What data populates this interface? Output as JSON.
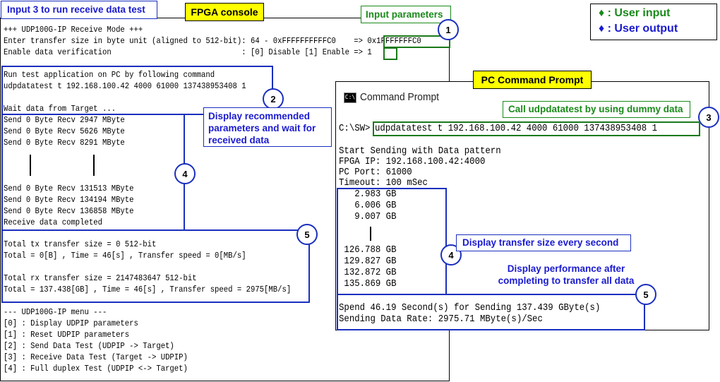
{
  "fpga": {
    "header_label": "Input 3 to run receive data test",
    "title": "FPGA console",
    "lines": [
      "+++ UDP100G-IP Receive Mode +++",
      "Enter transfer size in byte unit (aligned to 512-bit): 64 - 0xFFFFFFFFFFC0    => 0x1FFFFFFFC0",
      "Enable data verification                             : [0] Disable [1] Enable => 1",
      "",
      "Run test application on PC by following command",
      "udpdatatest t 192.168.100.42 4000 61000 137438953408 1",
      "",
      "Wait data from Target ...",
      "Send 0 Byte Recv 2947 MByte",
      "Send 0 Byte Recv 5626 MByte",
      "Send 0 Byte Recv 8291 MByte"
    ],
    "lines2": [
      "Send 0 Byte Recv 131513 MByte",
      "Send 0 Byte Recv 134194 MByte",
      "Send 0 Byte Recv 136858 MByte",
      "Receive data completed",
      "",
      "Total tx transfer size = 0 512-bit",
      "Total = 0[B] , Time = 46[s] , Transfer speed = 0[MB/s]",
      "",
      "Total rx transfer size = 2147483647 512-bit",
      "Total = 137.438[GB] , Time = 46[s] , Transfer speed = 2975[MB/s]",
      "",
      "--- UDP100G-IP menu ---",
      "[0] : Display UDPIP parameters",
      "[1] : Reset UDPIP parameters",
      "[2] : Send Data Test (UDPIP -> Target)",
      "[3] : Receive Data Test (Target -> UDPIP)",
      "[4] : Full duplex Test (UDPIP <-> Target)"
    ]
  },
  "pc": {
    "title": "PC Command Prompt",
    "window_title": "Command Prompt",
    "prompt": "C:\\SW>",
    "command": "udpdatatest t 192.168.100.42 4000 61000 137438953408 1",
    "lines": [
      "Start Sending with Data pattern",
      "FPGA IP: 192.168.100.42:4000",
      "PC Port: 61000",
      "Timeout: 100 mSec"
    ],
    "sizes_top": [
      "   2.983 GB",
      "   6.006 GB",
      "   9.007 GB"
    ],
    "sizes_bottom": [
      " 126.788 GB",
      " 129.827 GB",
      " 132.872 GB",
      " 135.869 GB"
    ],
    "result_lines": [
      "Spend 46.19 Second(s) for Sending 137.439 GByte(s)",
      "Sending Data Rate: 2975.71 MByte(s)/Sec"
    ]
  },
  "legend": {
    "user_input": "♦ : User input",
    "user_output": "♦ : User output",
    "input_color": "#1a8a1a",
    "output_color": "#1a1ad0"
  },
  "annotations": {
    "input_params": "Input parameters",
    "recommended": "Display recommended parameters and wait for received data",
    "call_udp": "Call udpdatatest by using dummy data",
    "transfer_size": "Display transfer size every second",
    "performance": "Display performance after completing to transfer all data",
    "n1": "1",
    "n2": "2",
    "n3": "3",
    "n4a": "4",
    "n4b": "4",
    "n5a": "5",
    "n5b": "5"
  }
}
